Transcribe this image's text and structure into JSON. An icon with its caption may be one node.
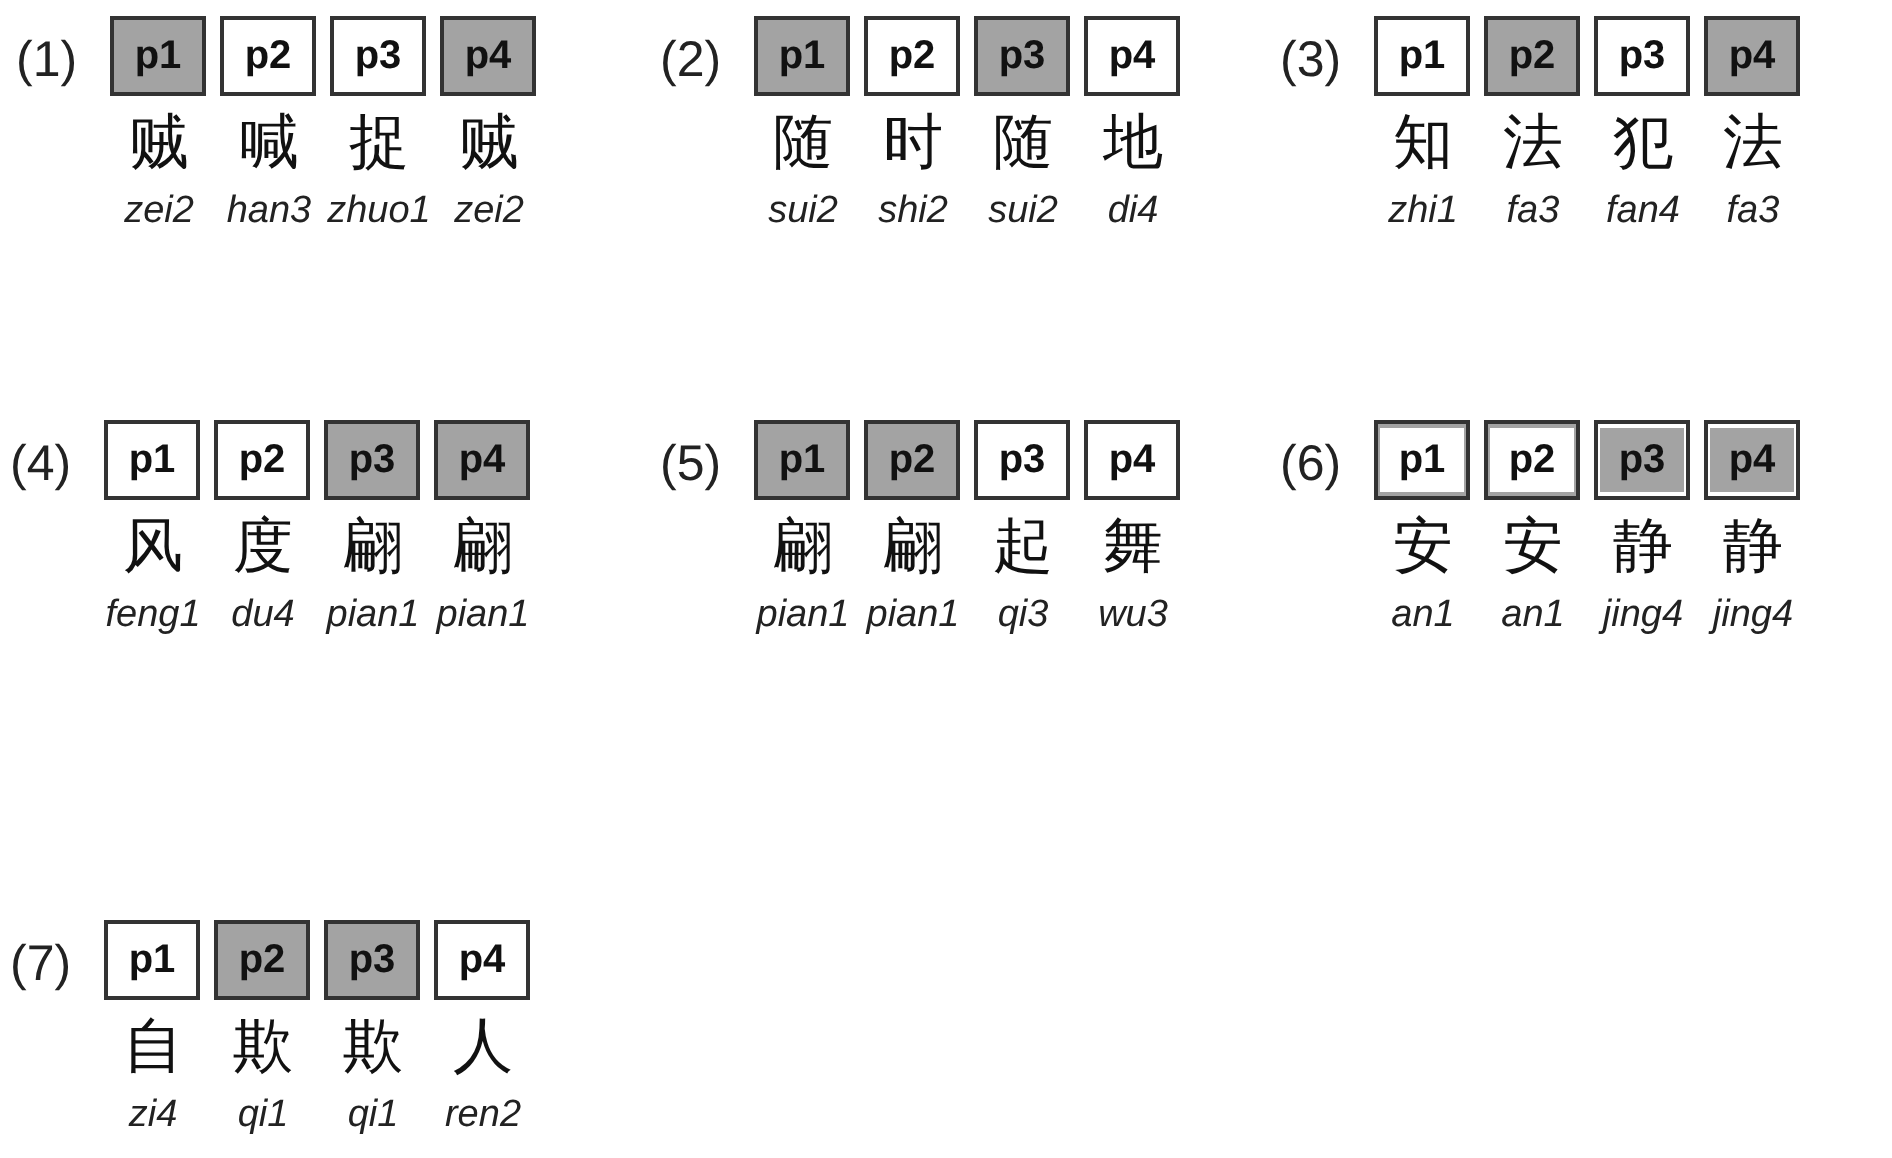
{
  "diagram": {
    "nodes": [
      {
        "text": [
          "p1"
        ],
        "beside": [
          "贼",
          "zei2"
        ]
      },
      {
        "text": [
          "p2"
        ],
        "beside": [
          "喊",
          "han3"
        ]
      },
      {
        "text": [
          "p3"
        ],
        "beside": [
          "捉",
          "zhuo1"
        ]
      },
      {
        "text": [
          "p4"
        ],
        "beside": [
          "贼",
          "zei2"
        ]
      },
      {
        "text": [
          "p1"
        ],
        "beside": [
          "随",
          "sui2"
        ]
      },
      {
        "text": [
          "p2"
        ],
        "beside": [
          "时",
          "shi2"
        ]
      },
      {
        "text": [
          "p3"
        ],
        "beside": [
          "随",
          "sui2"
        ]
      },
      {
        "text": [
          "p4"
        ],
        "beside": [
          "地",
          "di4"
        ]
      },
      {
        "text": [
          "p1"
        ],
        "beside": [
          "知",
          "zhi1"
        ]
      },
      {
        "text": [
          "p2"
        ],
        "beside": [
          "法",
          "fa3"
        ]
      },
      {
        "text": [
          "p3"
        ],
        "beside": [
          "犯",
          "fan4"
        ]
      },
      {
        "text": [
          "p4"
        ],
        "beside": [
          "法",
          "fa3"
        ]
      },
      {
        "text": [
          "p1"
        ],
        "beside": [
          "风",
          "feng1"
        ]
      },
      {
        "text": [
          "p2"
        ],
        "beside": [
          "度",
          "du4"
        ]
      },
      {
        "text": [
          "p3"
        ],
        "beside": [
          "翩",
          "pian1"
        ]
      },
      {
        "text": [
          "p4"
        ],
        "beside": [
          "翩",
          "pian1"
        ]
      },
      {
        "text": [
          "p1"
        ],
        "beside": [
          "翩",
          "pian1"
        ]
      },
      {
        "text": [
          "p2"
        ],
        "beside": [
          "翩",
          "pian1"
        ]
      },
      {
        "text": [
          "p3"
        ],
        "beside": [
          "起",
          "qi3"
        ]
      },
      {
        "text": [
          "p4"
        ],
        "beside": [
          "舞",
          "wu3"
        ]
      },
      {
        "text": [
          "p1"
        ],
        "beside": [
          "安",
          "an1"
        ]
      },
      {
        "text": [
          "p2"
        ],
        "beside": [
          "安",
          "an1"
        ]
      },
      {
        "text": [
          "p3"
        ],
        "beside": [
          "静",
          "jing4"
        ]
      },
      {
        "text": [
          "p4"
        ],
        "beside": [
          "静",
          "jing4"
        ]
      },
      {
        "text": [
          "p1"
        ],
        "beside": [
          "自",
          "zi4"
        ]
      },
      {
        "text": [
          "p2"
        ],
        "beside": [
          "欺",
          "qi1"
        ]
      },
      {
        "text": [
          "p3"
        ],
        "beside": [
          "欺",
          "qi1"
        ]
      },
      {
        "text": [
          "p4"
        ],
        "beside": [
          "人",
          "ren2"
        ]
      }
    ],
    "labels": [
      "(1)",
      "(2)",
      "(3)",
      "(4)",
      "(5)",
      "(6)",
      "(7)"
    ]
  }
}
